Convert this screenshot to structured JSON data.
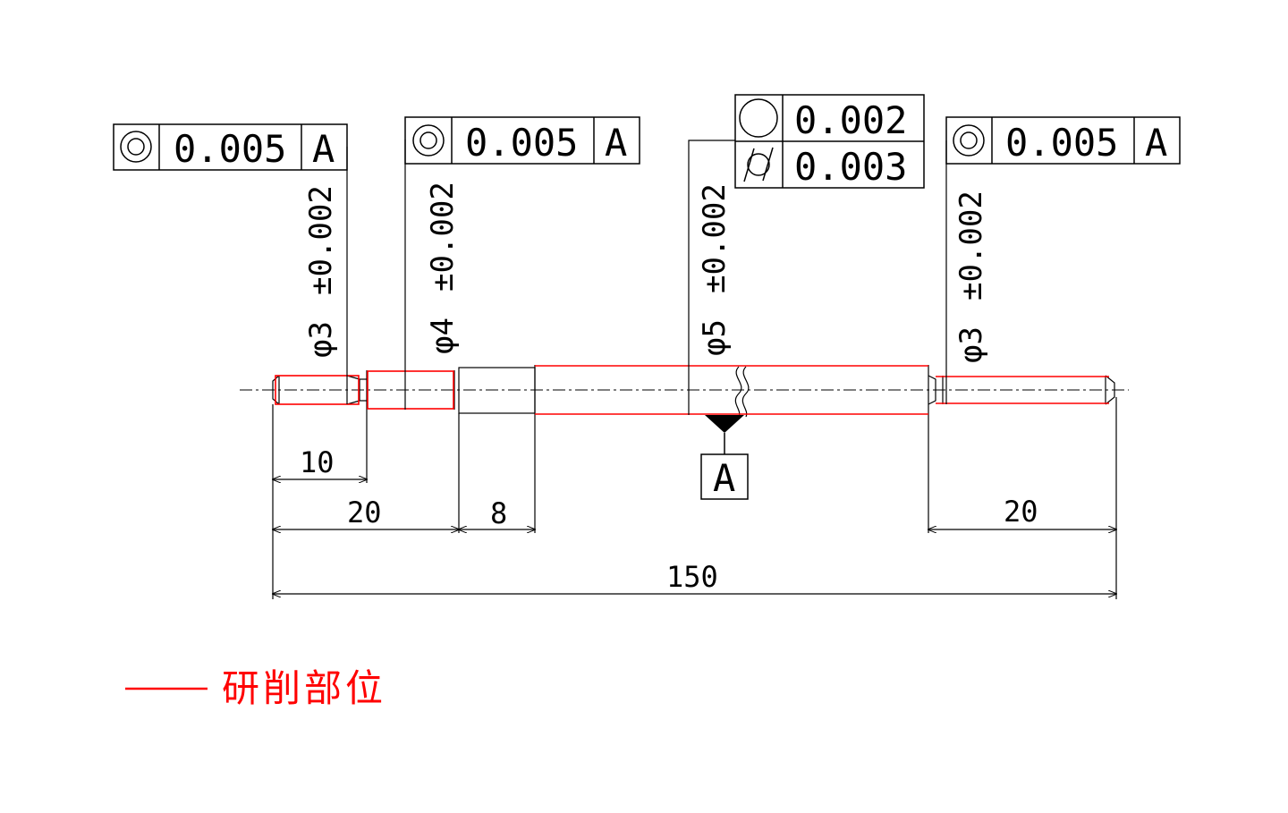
{
  "frames": [
    {
      "symbol": "concentricity-icon",
      "value": "0.005",
      "datum": "A"
    },
    {
      "symbol": "concentricity-icon",
      "value": "0.005",
      "datum": "A"
    },
    {
      "symbol": "concentricity-icon",
      "value": "0.005",
      "datum": "A"
    }
  ],
  "composite_frame": {
    "rows": [
      {
        "symbol": "circularity-icon",
        "value": "0.002"
      },
      {
        "symbol": "cylindricity-icon",
        "value": "0.003"
      }
    ]
  },
  "diameters": [
    {
      "dia": "φ3",
      "tol": "±0.002"
    },
    {
      "dia": "φ4",
      "tol": "±0.002"
    },
    {
      "dia": "φ5",
      "tol": "±0.002"
    },
    {
      "dia": "φ3",
      "tol": "±0.002"
    }
  ],
  "datum_label": "A",
  "dimensions": {
    "d10": "10",
    "d20_left": "20",
    "d8": "8",
    "d20_right": "20",
    "d150": "150"
  },
  "legend": {
    "label": "研削部位",
    "color": "#ff0000"
  }
}
